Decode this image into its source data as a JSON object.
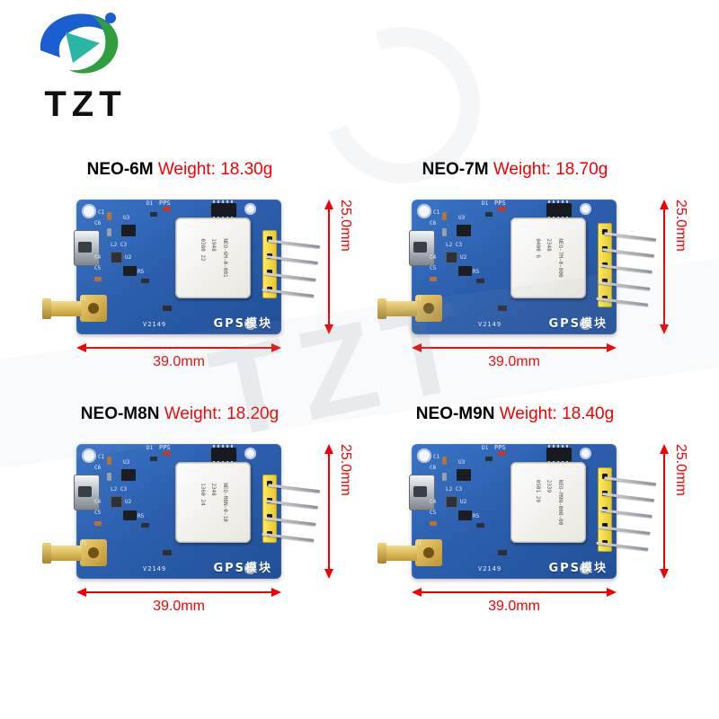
{
  "logo": {
    "text": "TZT"
  },
  "watermark": {
    "text": "TZT"
  },
  "labels": {
    "weight_label": "Weight:"
  },
  "dims": {
    "width": "39.0mm",
    "height": "25.0mm"
  },
  "board": {
    "pps": "PPS",
    "d1": "D1",
    "c1": "C1",
    "c6": "C6",
    "u3": "U3",
    "l2c3": "L2 C3",
    "c4": "C4",
    "c5": "C5",
    "u2": "U2",
    "r5": "R5",
    "j1": "J1",
    "version": "V2149",
    "gps_label": "GPS模块"
  },
  "colors": {
    "pcb_blue": "#2b5fae",
    "dim_red": "#f40000",
    "header_yellow": "#f2dc3c",
    "sma_gold": "#d8b24a",
    "shield_silver": "#f0eee8"
  },
  "modules": [
    {
      "name": "NEO-6M",
      "weight": "18.30g",
      "pins": 4,
      "shield_lines": [
        "NEO-6M-0-001",
        "1948",
        "0380 22"
      ]
    },
    {
      "name": "NEO-7M",
      "weight": "18.70g",
      "pins": 5,
      "shield_lines": [
        "NEO-7M-0-000",
        "2348",
        "0400 6"
      ]
    },
    {
      "name": "NEO-M8N",
      "weight": "18.20g",
      "pins": 4,
      "shield_lines": [
        "NEO-M8N-0-10",
        "2348",
        "1360 24"
      ]
    },
    {
      "name": "NEO-M9N",
      "weight": "18.40g",
      "pins": 5,
      "shield_lines": [
        "NEO-M9N-000-00",
        "2339",
        "0501 29"
      ]
    }
  ]
}
